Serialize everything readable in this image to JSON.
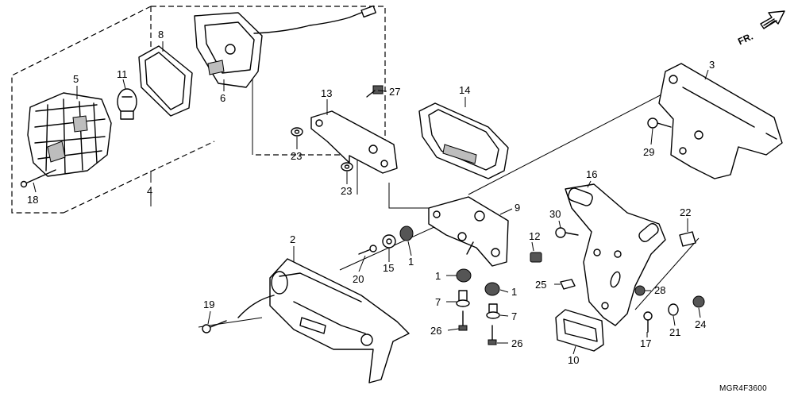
{
  "diagram_code": "MGR4F3600",
  "direction_label": "FR.",
  "callouts": {
    "p1a": "1",
    "p1b": "1",
    "p1c": "1",
    "p2": "2",
    "p3": "3",
    "p4": "4",
    "p5": "5",
    "p6": "6",
    "p7a": "7",
    "p7b": "7",
    "p8": "8",
    "p9": "9",
    "p10": "10",
    "p11": "11",
    "p12": "12",
    "p13": "13",
    "p14": "14",
    "p15": "15",
    "p16": "16",
    "p17": "17",
    "p18": "18",
    "p19": "19",
    "p20": "20",
    "p21": "21",
    "p22": "22",
    "p23a": "23",
    "p23b": "23",
    "p24": "24",
    "p25": "25",
    "p26a": "26",
    "p26b": "26",
    "p27": "27",
    "p28": "28",
    "p29": "29",
    "p30": "30"
  }
}
